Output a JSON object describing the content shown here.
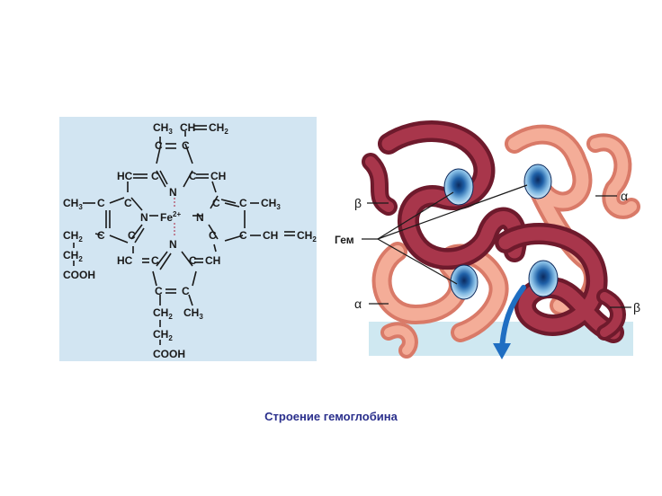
{
  "heme": {
    "top_ch3": "CH",
    "top_ch3_sub": "3",
    "top_vinyl": "CH",
    "top_vinyl_eq": "═",
    "top_vinyl_ch2": "CH",
    "top_vinyl_ch2_sub": "2",
    "c": "C",
    "hc": "HC",
    "ch": "CH",
    "n": "N",
    "fe": "Fe",
    "fe_charge": "2+",
    "left_ch3": "CH",
    "left_ch3_sub": "3",
    "right_ch3": "CH",
    "right_ch3_sub": "3",
    "right_vinyl_ch": "CH",
    "right_vinyl_ch2": "CH",
    "right_vinyl_ch2_sub": "2",
    "left_ch2a": "CH",
    "left_ch2a_sub": "2",
    "left_ch2b": "CH",
    "left_ch2b_sub": "2",
    "left_cooh": "COOH",
    "bottom_ch2a": "CH",
    "bottom_ch2a_sub": "2",
    "bottom_ch2b": "CH",
    "bottom_ch2b_sub": "2",
    "bottom_cooh": "COOH",
    "bottom_ch3": "CH",
    "bottom_ch3_sub": "3"
  },
  "hemoglobin": {
    "label_beta_left": "β",
    "label_alpha_right": "α",
    "label_alpha_left": "α",
    "label_beta_right": "β",
    "label_heme": "Гем"
  },
  "colors": {
    "panel_bg": "#d2e5f2",
    "beta_chain": "#9b2c3e",
    "alpha_chain": "#f19b86",
    "heme_eye": "#1e5fa6",
    "caption": "#2a2f8c"
  },
  "caption": "Строение гемоглобина"
}
